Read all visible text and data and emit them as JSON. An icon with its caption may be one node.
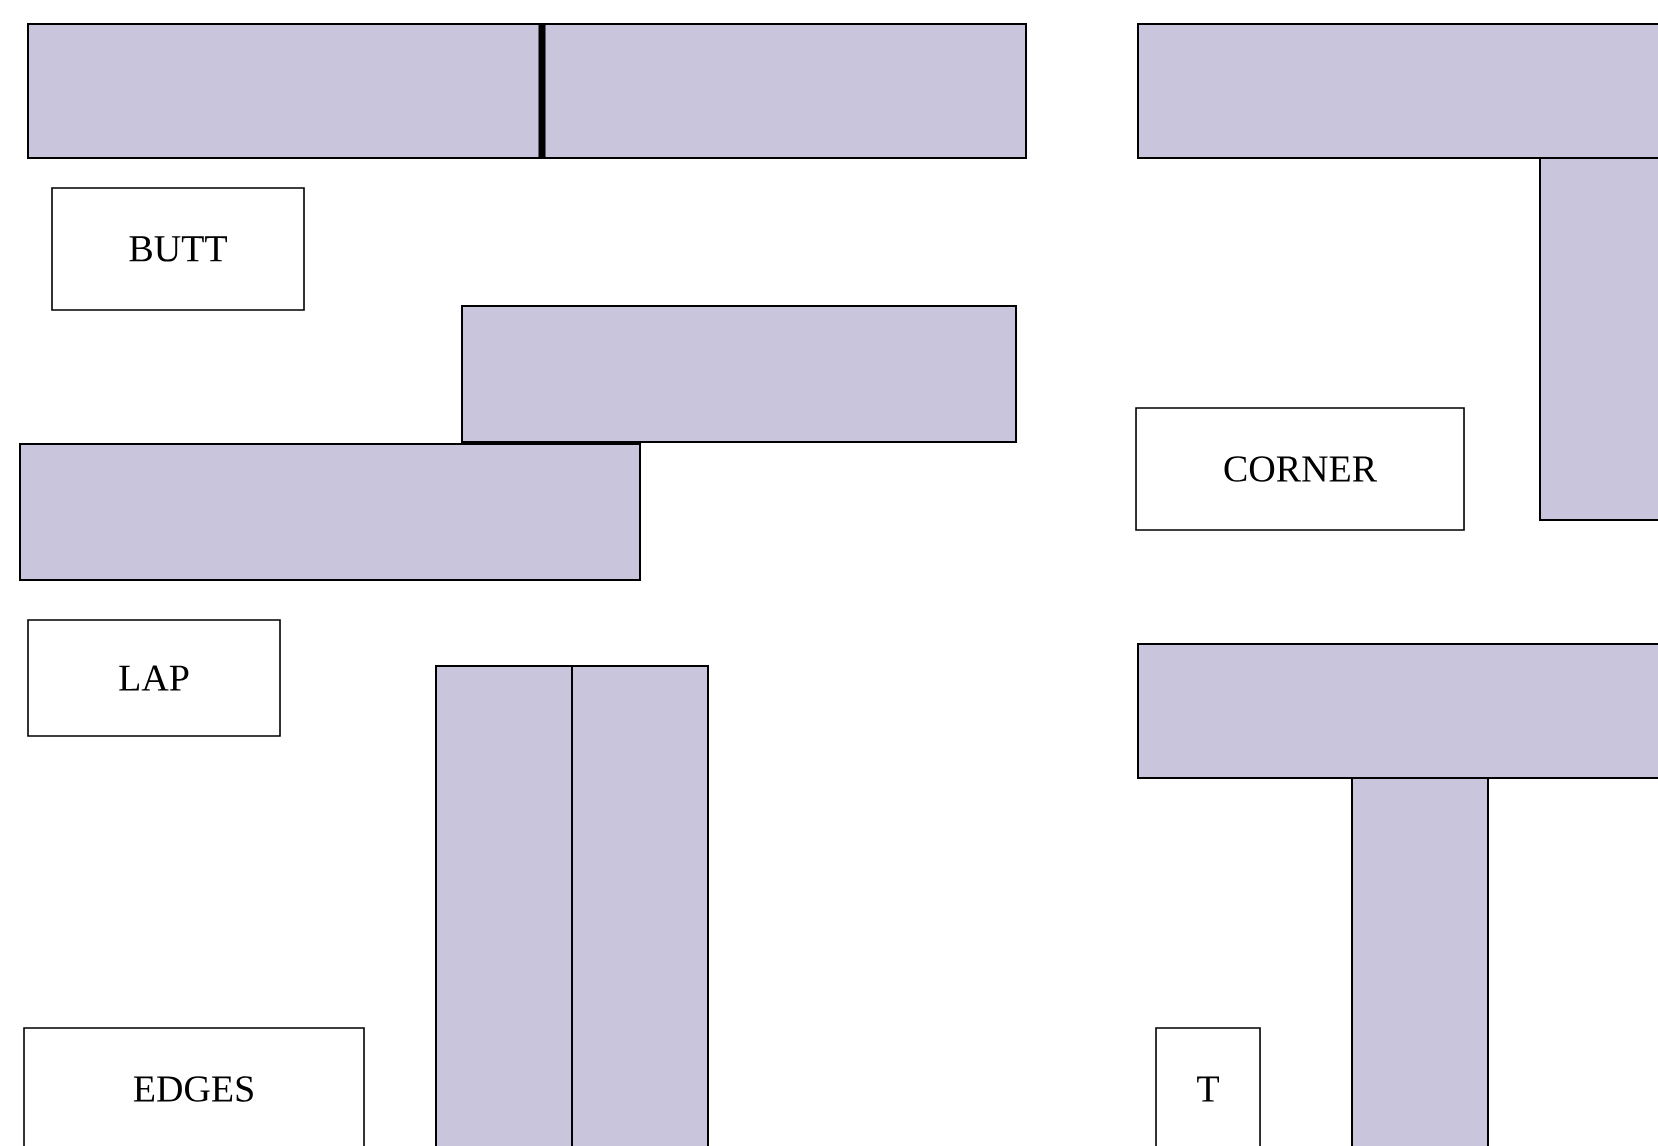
{
  "diagram": {
    "nodes": [
      {
        "text": [
          "BUTT"
        ]
      },
      {
        "text": [
          "CORNER"
        ]
      },
      {
        "text": [
          "LAP"
        ]
      },
      {
        "text": [
          "EDGES"
        ]
      },
      {
        "text": [
          "T"
        ]
      }
    ]
  }
}
